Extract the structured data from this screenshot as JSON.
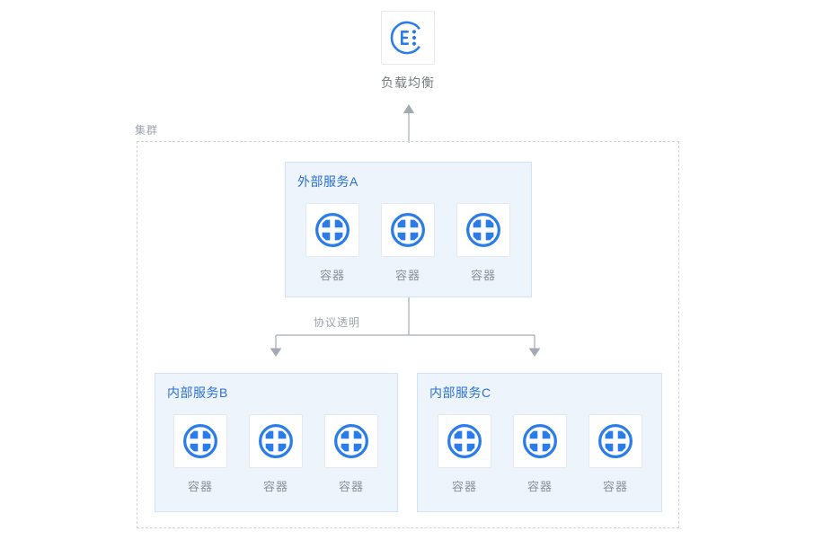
{
  "diagram": {
    "load_balancer": {
      "label": "负载均衡",
      "icon": "load-balancer-icon"
    },
    "cluster_label": "集群",
    "protocol_label": "协议透明",
    "services": [
      {
        "title": "外部服务A",
        "container_icon": "container-icon",
        "containers": [
          "容器",
          "容器",
          "容器"
        ]
      },
      {
        "title": "内部服务B",
        "container_icon": "container-icon",
        "containers": [
          "容器",
          "容器",
          "容器"
        ]
      },
      {
        "title": "内部服务C",
        "container_icon": "container-icon",
        "containers": [
          "容器",
          "容器",
          "容器"
        ]
      }
    ]
  },
  "colors": {
    "accent": "#2b7ce9",
    "title_blue": "#2a6fd3",
    "panel_bg": "#edf4fc",
    "panel_border": "#d2e3f7",
    "tile_border": "#e5e9ef",
    "line_gray": "#a3aab4",
    "lb_text": "#767d86",
    "text_gray": "#8a9199",
    "muted_gray": "#9ca3ab",
    "dash_border": "#cdd2d8"
  }
}
